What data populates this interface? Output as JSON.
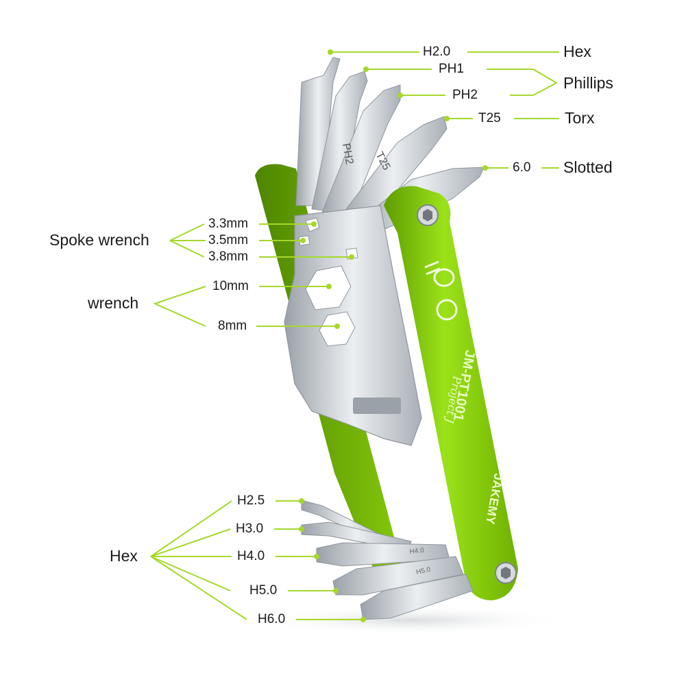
{
  "brand": {
    "accent": "#8fd400",
    "leader_color": "#a6d82a",
    "metal_color": "#c9ced3"
  },
  "tool_markings": {
    "bit_ph2": "PH2",
    "bit_t25": "T25",
    "handle_model": "JM-PT1001",
    "handle_script": "Project J",
    "handle_brand": "JAKEMY",
    "hex_arm_marks": [
      "H4.0",
      "H5.0"
    ]
  },
  "callouts": {
    "top_bits": [
      {
        "size": "H2.0",
        "type": "Hex"
      },
      {
        "size": "PH1",
        "type": ""
      },
      {
        "size": "PH2",
        "type": ""
      },
      {
        "size": "T25",
        "type": "Torx"
      },
      {
        "size": "6.0",
        "type": "Slotted"
      }
    ],
    "phillips_group": "Phillips",
    "spoke": {
      "group": "Spoke wrench",
      "sizes": [
        "3.3mm",
        "3.5mm",
        "3.8mm"
      ]
    },
    "wrench": {
      "group": "wrench",
      "sizes": [
        "10mm",
        "8mm"
      ]
    },
    "hex": {
      "group": "Hex",
      "sizes": [
        "H2.5",
        "H3.0",
        "H4.0",
        "H5.0",
        "H6.0"
      ]
    }
  }
}
